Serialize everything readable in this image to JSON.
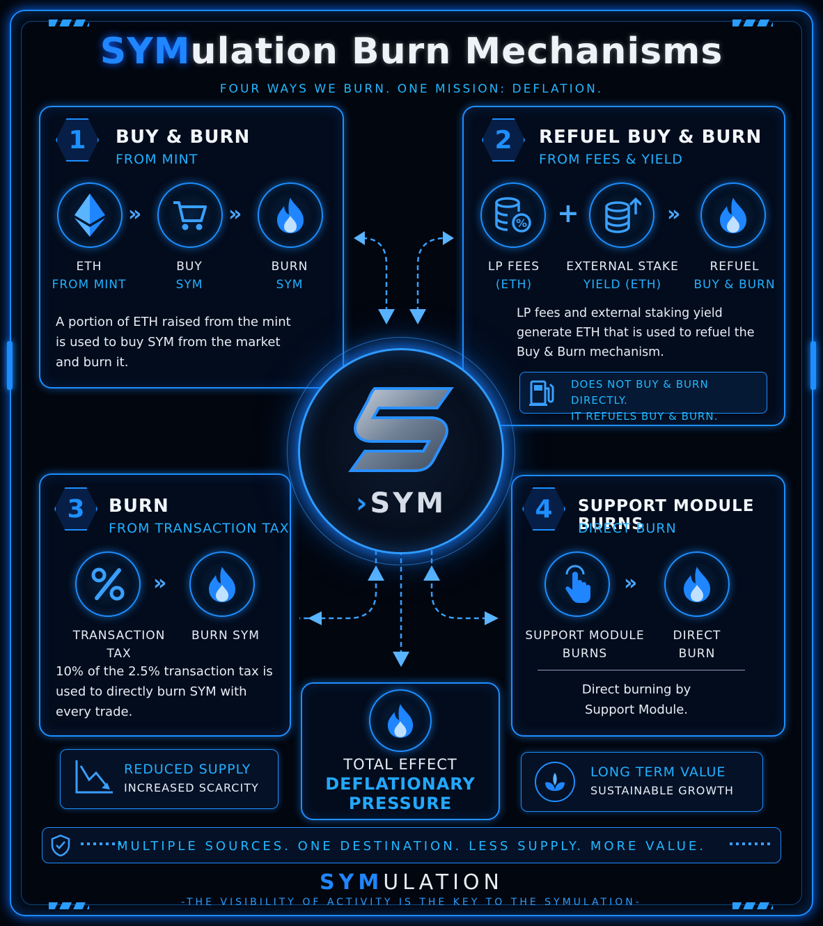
{
  "title": {
    "highlight": "SYM",
    "rest": "ulation Burn Mechanisms"
  },
  "subtitle": "FOUR WAYS WE BURN. ONE MISSION: DEFLATION.",
  "panel1": {
    "number": "1",
    "title": "BUY & BURN",
    "subtitle": "FROM MINT",
    "steps": [
      {
        "line1": "ETH",
        "line2": "FROM MINT",
        "icon": "ethereum-icon"
      },
      {
        "line1": "BUY",
        "line2": "SYM",
        "icon": "cart-icon"
      },
      {
        "line1": "BURN",
        "line2": "SYM",
        "icon": "flame-icon"
      }
    ],
    "description": "A portion of ETH raised from the mint is used to buy SYM from the market and burn it."
  },
  "panel2": {
    "number": "2",
    "title": "REFUEL BUY & BURN",
    "subtitle": "FROM FEES & YIELD",
    "steps": [
      {
        "line1": "LP FEES",
        "line2": "(ETH)",
        "icon": "coins-percent-icon"
      },
      {
        "line1": "EXTERNAL STAKE",
        "line2": "YIELD (ETH)",
        "icon": "coins-up-icon"
      },
      {
        "line1": "REFUEL",
        "line2": "BUY & BURN",
        "icon": "flame-icon"
      }
    ],
    "plus": "+",
    "description": "LP fees and external staking yield generate ETH that is used to refuel the Buy & Burn mechanism.",
    "note_line1": "DOES NOT BUY & BURN DIRECTLY.",
    "note_line2": "IT REFUELS BUY & BURN."
  },
  "panel3": {
    "number": "3",
    "title": "BURN",
    "subtitle": "FROM TRANSACTION TAX",
    "steps": [
      {
        "line1": "TRANSACTION TAX",
        "icon": "percent-icon"
      },
      {
        "line1": "BURN SYM",
        "icon": "flame-icon"
      }
    ],
    "description": "10% of the 2.5% transaction tax is used to directly burn SYM with every trade."
  },
  "panel4": {
    "number": "4",
    "title": "SUPPORT MODULE BURNS",
    "subtitle": "DIRECT BURN",
    "steps": [
      {
        "line1": "SUPPORT MODULE",
        "line2": "BURNS",
        "icon": "tap-hand-icon"
      },
      {
        "line1": "DIRECT",
        "line2": "BURN",
        "icon": "flame-icon"
      }
    ],
    "description": "Direct burning by Support Module."
  },
  "center": {
    "logo_letter": "S",
    "arrow": "›",
    "label": "SYM"
  },
  "total": {
    "line1": "TOTAL EFFECT",
    "line2": "DEFLATIONARY",
    "line3": "PRESSURE"
  },
  "left_box": {
    "line1": "REDUCED SUPPLY",
    "line2": "INCREASED SCARCITY"
  },
  "right_box": {
    "line1": "LONG TERM VALUE",
    "line2": "SUSTAINABLE GROWTH"
  },
  "footer": "MULTIPLE SOURCES. ONE DESTINATION. LESS SUPPLY. MORE VALUE.",
  "brand": {
    "highlight": "SYM",
    "rest": "ULATION"
  },
  "tagline": "-THE VISIBILITY OF ACTIVITY IS THE KEY TO THE SYMULATION-",
  "colors": {
    "accent": "#1e8fff",
    "cyan": "#23b0ff",
    "background": "#02060e"
  }
}
